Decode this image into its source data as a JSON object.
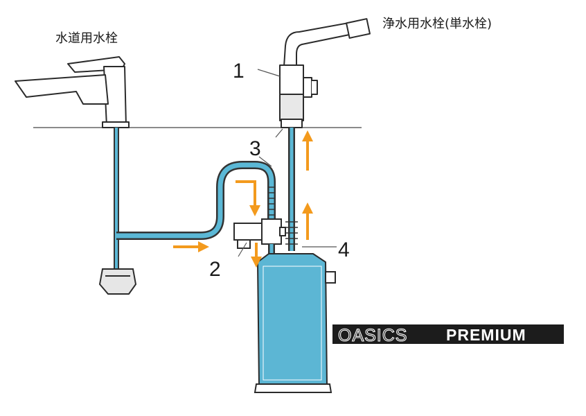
{
  "labels": {
    "tap_faucet": "水道用水栓",
    "purifier_faucet": "浄水用水栓(単水栓)",
    "callout_1": "1",
    "callout_2": "2",
    "callout_3": "3",
    "callout_4": "4"
  },
  "brand": {
    "part1": "OASICS",
    "part2": "PREMIUM"
  },
  "colors": {
    "water": "#5bb8d6",
    "tank": "#5cb6d4",
    "arrow": "#f39a1d",
    "outline": "#333333",
    "counter": "#888888"
  }
}
